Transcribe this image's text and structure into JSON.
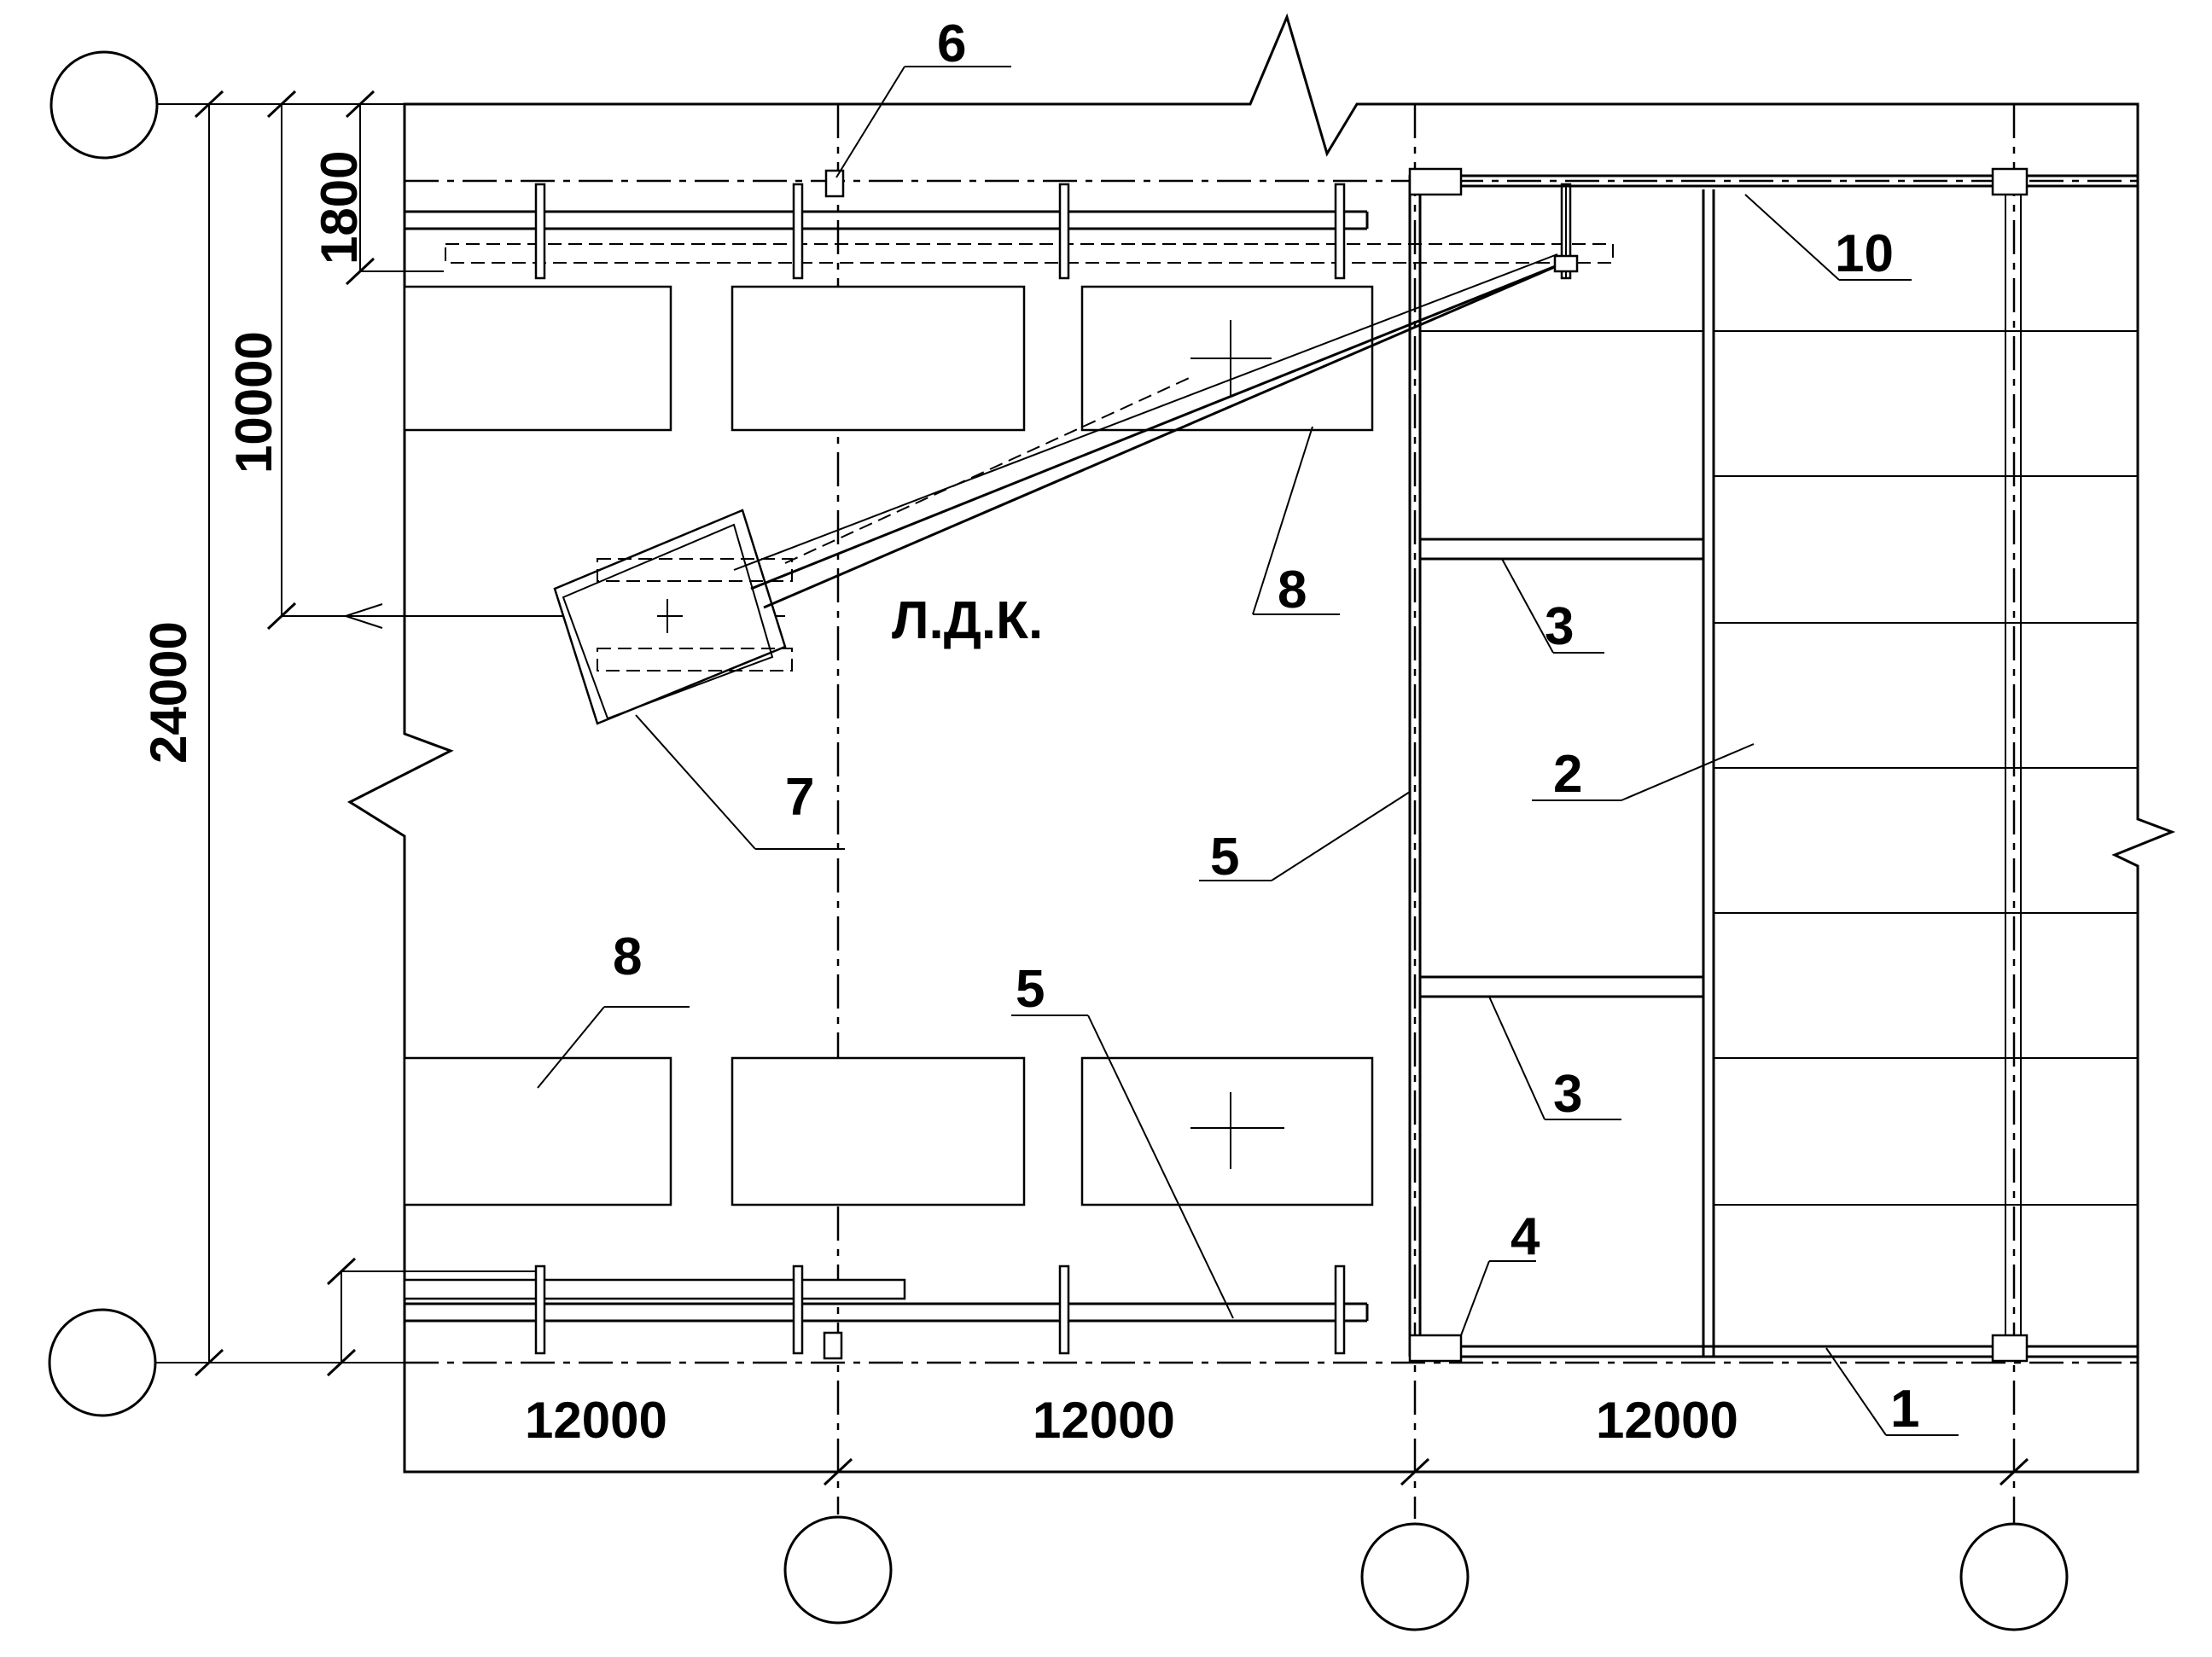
{
  "labels": {
    "n1": "1",
    "n2": "2",
    "n3a": "3",
    "n3b": "3",
    "n4": "4",
    "n5a": "5",
    "n5b": "5",
    "n6": "6",
    "n7": "7",
    "n8a": "8",
    "n8b": "8",
    "n10": "10",
    "ldk": "Л.Д.К."
  },
  "dimensions": {
    "span1": "12000",
    "span2": "12000",
    "span3": "12000",
    "height_total": "24000",
    "crane_reach": "10000",
    "rail_offset": "1800"
  }
}
